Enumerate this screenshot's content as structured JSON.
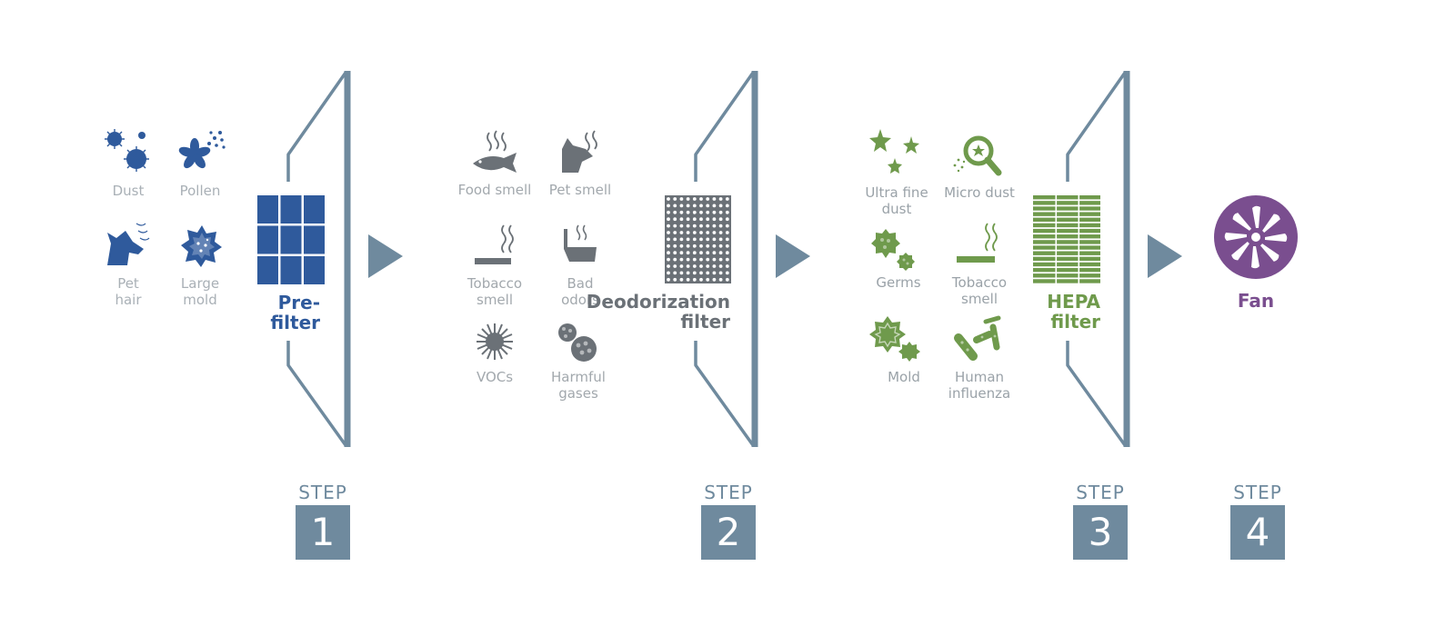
{
  "colors": {
    "blue": "#2f5a9c",
    "gray_dark": "#6b7177",
    "green": "#6f9a4c",
    "purple": "#7a4e8f",
    "steel": "#6f8a9e",
    "label_gray": "#a2a8ad"
  },
  "group1": {
    "dust": "Dust",
    "pollen": "Pollen",
    "pet_hair": "Pet\nhair",
    "large_mold": "Large\nmold"
  },
  "group2": {
    "food_smell": "Food smell",
    "pet_smell": "Pet smell",
    "tobacco_smell": "Tobacco\nsmell",
    "bad_odors": "Bad\nodors",
    "vocs": "VOCs",
    "harmful_gases": "Harmful\ngases"
  },
  "group3": {
    "ultra_fine_dust": "Ultra fine\ndust",
    "micro_dust": "Micro dust",
    "germs": "Germs",
    "tobacco_smell": "Tobacco\nsmell",
    "mold": "Mold",
    "human_influenza": "Human\ninfluenza"
  },
  "filters": {
    "pre": "Pre-\nfilter",
    "deodorization": "Deodorization\nfilter",
    "hepa": "HEPA\nfilter",
    "fan": "Fan"
  },
  "steps": {
    "word": "STEP",
    "s1": "1",
    "s2": "2",
    "s3": "3",
    "s4": "4"
  },
  "icons": {
    "dust": "dust-icon",
    "pollen": "pollen-icon",
    "pet_hair": "pet-hair-icon",
    "large_mold": "large-mold-icon",
    "food_smell": "food-smell-icon",
    "pet_smell": "pet-smell-icon",
    "tobacco": "tobacco-icon",
    "bad_odors": "bad-odors-icon",
    "vocs": "vocs-icon",
    "harmful_gases": "harmful-gases-icon",
    "ultra_fine_dust": "ultra-fine-dust-icon",
    "micro_dust": "micro-dust-icon",
    "germs": "germs-icon",
    "mold": "mold-icon",
    "influenza": "influenza-icon",
    "fan": "fan-icon"
  }
}
